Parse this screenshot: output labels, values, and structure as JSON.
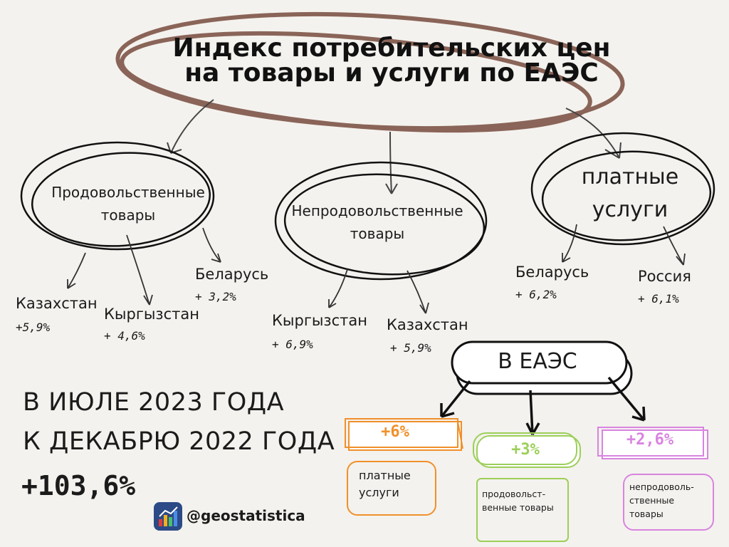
{
  "title": "Индекс потребительских цен на товары и услуги по ЕАЭС",
  "categories": {
    "food": "Продовольственные товары",
    "nonfood": "Непродовольственные товары",
    "services": "платные услуги"
  },
  "food_countries": [
    {
      "name": "Казахстан",
      "value": "+5,9%"
    },
    {
      "name": "Кыргызстан",
      "value": "+ 4,6%"
    },
    {
      "name": "Беларусь",
      "value": "+ 3,2%"
    }
  ],
  "nonfood_countries": [
    {
      "name": "Кыргызстан",
      "value": "+ 6,9%"
    },
    {
      "name": "Казахстан",
      "value": "+ 5,9%"
    }
  ],
  "services_countries": [
    {
      "name": "Беларусь",
      "value": "+ 6,2%"
    },
    {
      "name": "Россия",
      "value": "+ 6,1%"
    }
  ],
  "summary": {
    "line1": "В ИЮЛЕ 2023 ГОДА",
    "line2": "К ДЕКАБРЮ 2022 ГОДА",
    "value": "+103,6%"
  },
  "eaes": {
    "label": "В ЕАЭС",
    "items": [
      {
        "value": "+6%",
        "label": "платные услуги",
        "color": "#f0902a"
      },
      {
        "value": "+3%",
        "label": "продовольст- венные товары",
        "color": "#9ccf5a"
      },
      {
        "value": "+2,6%",
        "label": "непродоволь- ственные товары",
        "color": "#d884e0"
      }
    ]
  },
  "brand": {
    "handle": "@geostatistica",
    "logo_icon": "bar-chart-logo-icon"
  }
}
